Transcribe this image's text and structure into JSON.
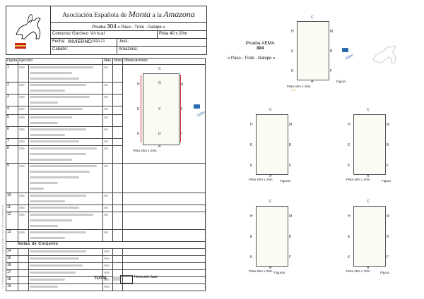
{
  "header": {
    "title_prefix": "Asociación Española de",
    "title_script1": "Monta",
    "title_mid": "a la",
    "title_script2": "Amazona",
    "prueba_label": "Prueba",
    "prueba_num": "304",
    "prueba_desc": "« Paso - Trote - Galope »",
    "concurso_label": "Concurso:",
    "concurso_value": "Garbeo Virtual",
    "pista_label": "Pista 40 x 20m",
    "fecha_label": "Fecha:",
    "fecha_value": "INVIERNO",
    "fecha_year": "2020-21",
    "juez_label": "Juez:",
    "caballo_label": "Caballo:",
    "amazona_label": "Amazona:"
  },
  "table": {
    "col_figura": "Figura",
    "col_ejercicio": "Ejercicio",
    "col_max": "Max.",
    "col_nota": "Nota",
    "col_obs": "Observaciones",
    "rows": [
      "1",
      "2",
      "3",
      "4",
      "5",
      "6",
      "7",
      "8",
      "9",
      "10",
      "11",
      "12",
      "13"
    ],
    "conjunto_title": "Notas de Conjunto",
    "conjunto_rows": [
      "14",
      "15",
      "16",
      "17",
      "18",
      "19"
    ],
    "total_label": "TOTAL",
    "firma_label": "Firma del Juez"
  },
  "arena_main": {
    "letters": {
      "C": "C",
      "H": "H",
      "G": "G",
      "M": "M",
      "E": "E",
      "X": "X",
      "B": "B",
      "K": "K",
      "D": "D",
      "F": "F",
      "A": "A"
    },
    "caption": "Pista 40m x 20m",
    "video": "Video"
  },
  "right": {
    "prueba_title": "Prueba AEMA",
    "prueba_num": "304",
    "prueba_desc": "« Paso - Trote - Galope »",
    "figura_label": "Figura",
    "figuras_label": "Figuras",
    "pista_caption": "Pista 40m x 20m",
    "video": "Video"
  },
  "colors": {
    "red": "#cc2222",
    "blue": "#2a6bb0",
    "accent_yellow": "#e8c23a"
  }
}
